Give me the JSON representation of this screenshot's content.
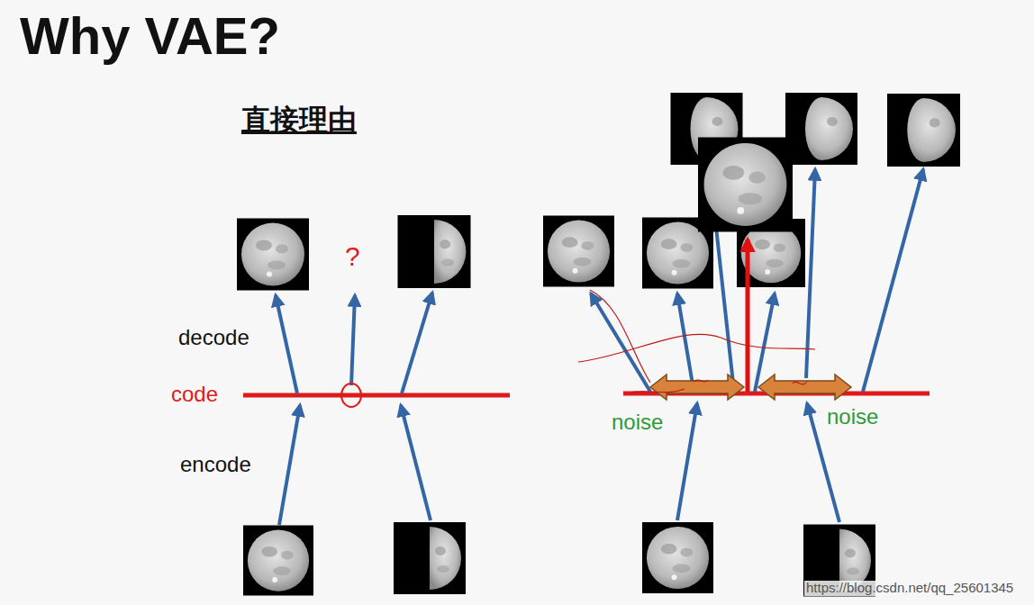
{
  "diagram": {
    "title": "Why VAE?",
    "labels": [
      "直接理由",
      "decode",
      "code",
      "encode",
      "?",
      "noise",
      "noise",
      "https://blog.csdn.net/qq_25601345"
    ]
  }
}
